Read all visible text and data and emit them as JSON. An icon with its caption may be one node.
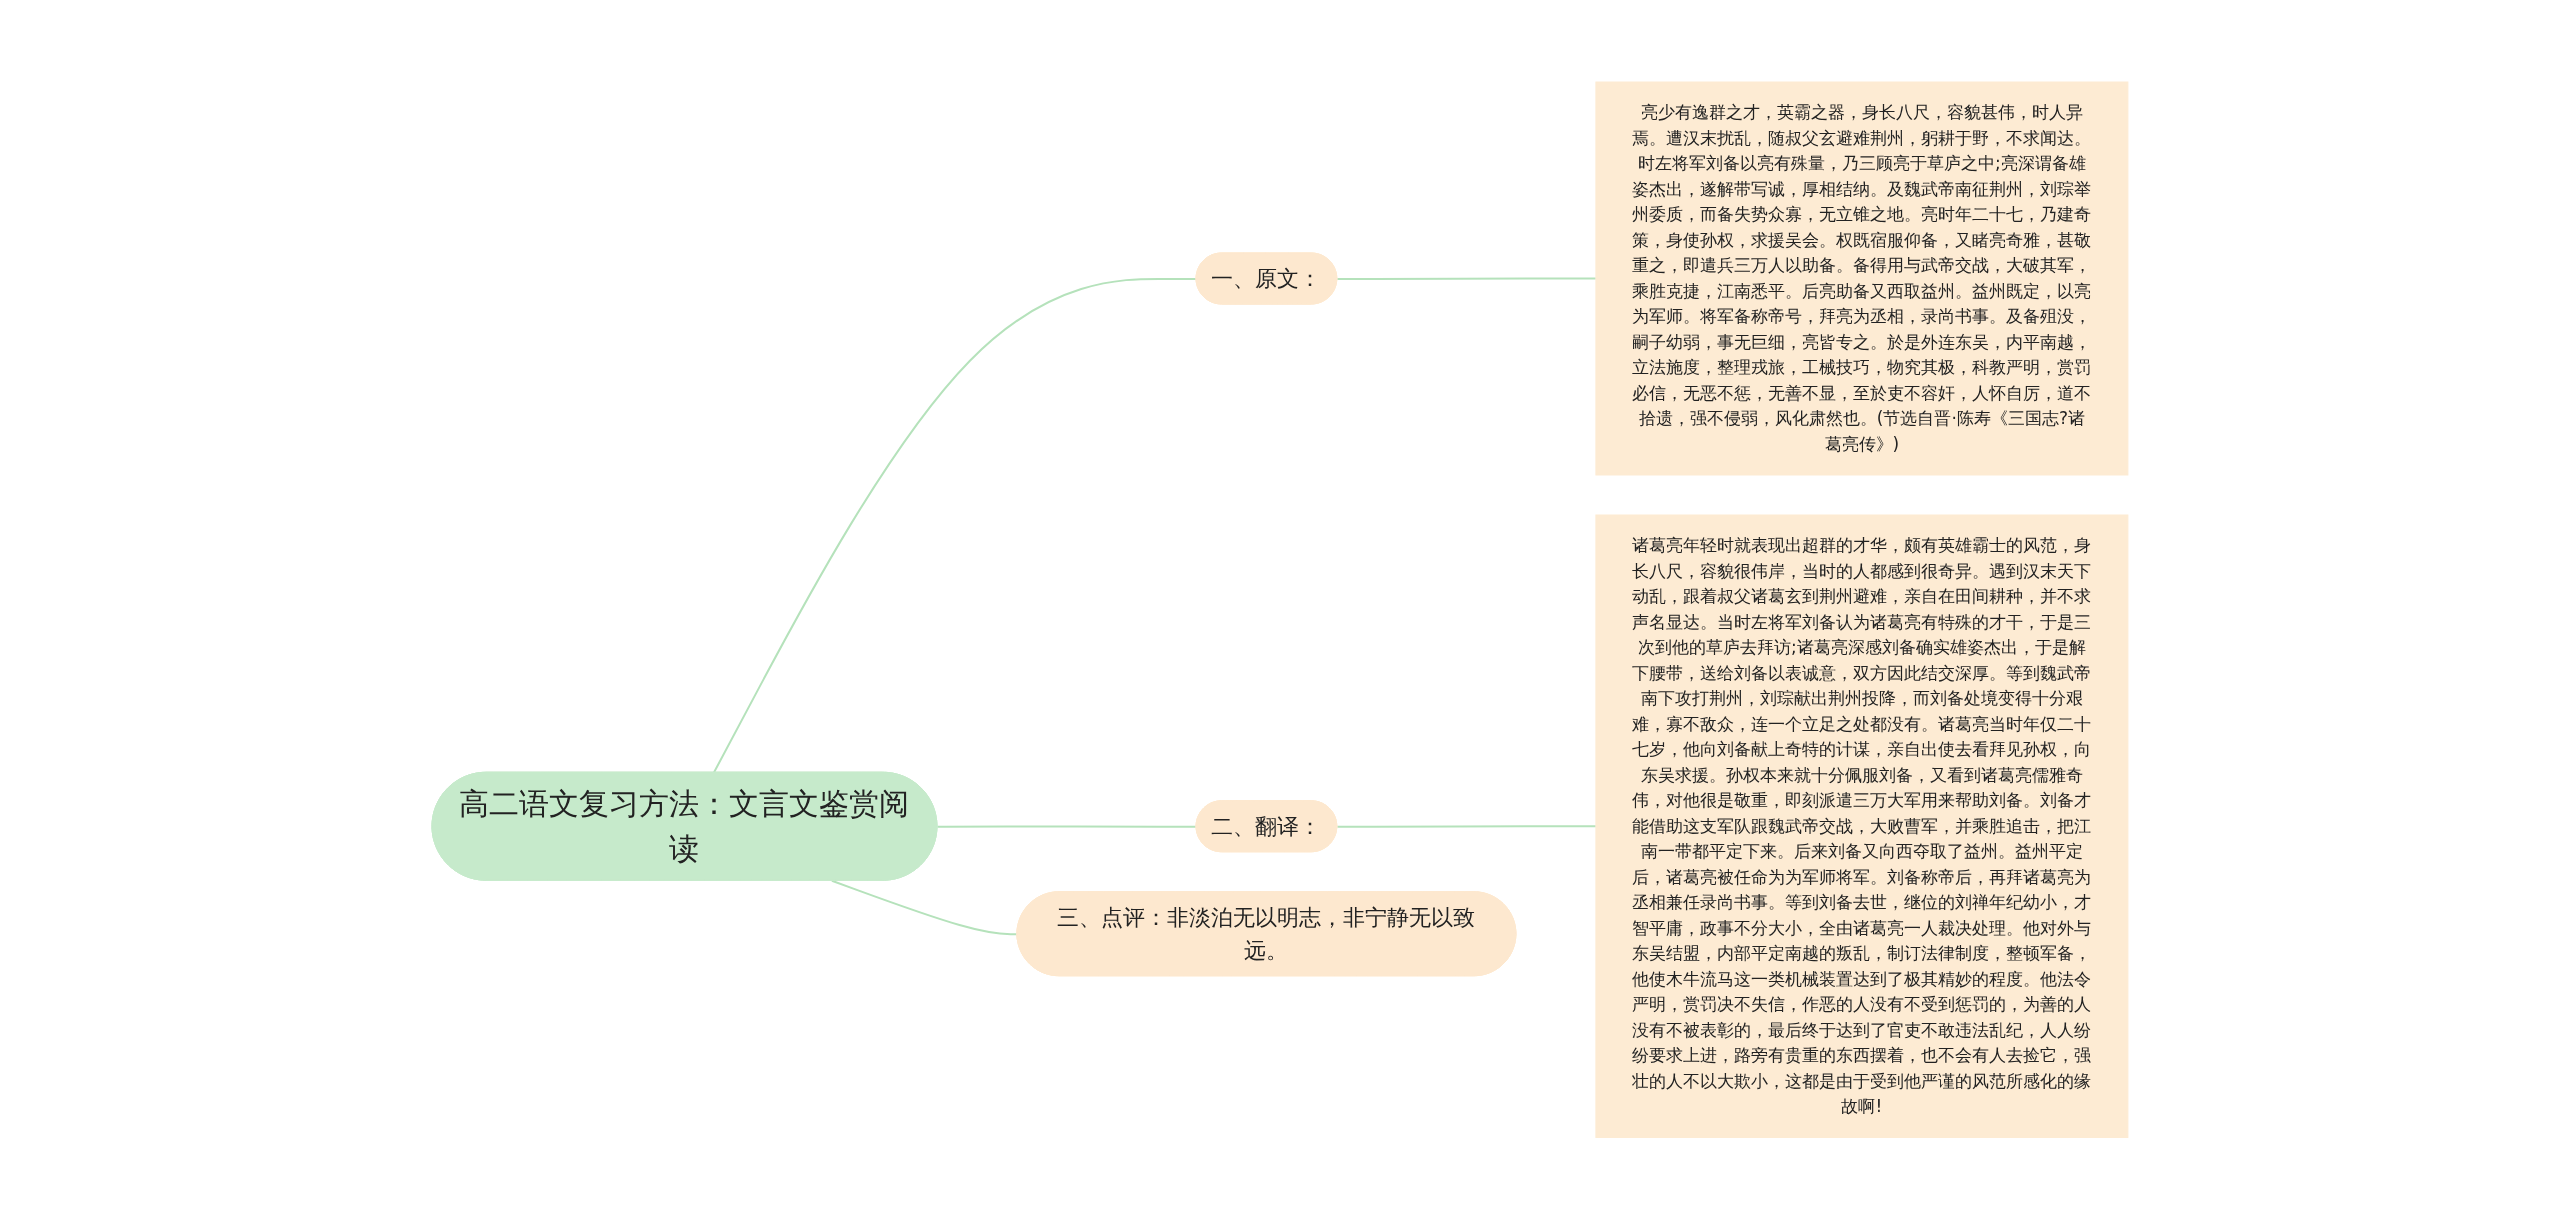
{
  "diagram": {
    "nodes": [
      {
        "text": [
          "高二语文复习方法：文言文鉴赏阅读"
        ]
      },
      {
        "text": [
          "一、原文："
        ]
      },
      {
        "text": [
          "亮少有逸群之才，英霸之器，身长八尺，容貌甚伟，时人异焉。遭汉末扰乱，随叔父玄避难荆州，躬耕于野，不求闻达。时左将军刘备以亮有殊量，乃三顾亮于草庐之中;亮深谓备雄姿杰出，遂解带写诚，厚相结纳。及魏武帝南征荆州，刘琮举州委质，而备失势众寡，无立锥之地。亮时年二十七，乃建奇策，身使孙权，求援吴会。权既宿服仰备，又睹亮奇雅，甚敬重之，即遣兵三万人以助备。备得用与武帝交战，大破其军，乘胜克捷，江南悉平。后亮助备又西取益州。益州既定，以亮为军师。将军备称帝号，拜亮为丞相，录尚书事。及备殂没，嗣子幼弱，事无巨细，亮皆专之。於是外连东吴，内平南越，立法施度，整理戎旅，工械技巧，物究其极，科教严明，赏罚必信，无恶不惩，无善不显，至於吏不容奸，人怀自厉，道不拾遗，强不侵弱，风化肃然也。(节选自晋·陈寿《三国志?诸葛亮传》)"
        ]
      },
      {
        "text": [
          "二、翻译："
        ]
      },
      {
        "text": [
          "诸葛亮年轻时就表现出超群的才华，颇有英雄霸士的风范，身长八尺，容貌很伟岸，当时的人都感到很奇异。遇到汉末天下动乱，跟着叔父诸葛玄到荆州避难，亲自在田间耕种，并不求声名显达。当时左将军刘备认为诸葛亮有特殊的才干，于是三次到他的草庐去拜访;诸葛亮深感刘备确实雄姿杰出，于是解下腰带，送给刘备以表诚意，双方因此结交深厚。等到魏武帝南下攻打荆州，刘琮献出荆州投降，而刘备处境变得十分艰难，寡不敌众，连一个立足之处都没有。诸葛亮当时年仅二十七岁，他向刘备献上奇特的计谋，亲自出使去看拜见孙权，向东吴求援。孙权本来就十分佩服刘备，又看到诸葛亮儒雅奇伟，对他很是敬重，即刻派遣三万大军用来帮助刘备。刘备才能借助这支军队跟魏武帝交战，大败曹军，并乘胜追击，把江南一带都平定下来。后来刘备又向西夺取了益州。益州平定后，诸葛亮被任命为为军师将军。刘备称帝后，再拜诸葛亮为丞相兼任录尚书事。等到刘备去世，继位的刘禅年纪幼小，才智平庸，政事不分大小，全由诸葛亮一人裁决处理。他对外与东吴结盟，内部平定南越的叛乱，制订法律制度，整顿军备，他使木牛流马这一类机械装置达到了极其精妙的程度。他法令严明，赏罚决不失信，作恶的人没有不受到惩罚的，为善的人没有不被表彰的，最后终于达到了官吏不敢违法乱纪，人人纷纷要求上进，路旁有贵重的东西摆着，也不会有人去捡它，强壮的人不以大欺小，这都是由于受到他严谨的风范所感化的缘故啊!"
        ]
      },
      {
        "text": [
          "三、点评：非淡泊无以明志，非宁静无以致远。"
        ]
      }
    ],
    "edges": [
      {
        "from": 0,
        "to": 1,
        "arrow": "none"
      },
      {
        "from": 1,
        "to": 2,
        "arrow": "none"
      },
      {
        "from": 0,
        "to": 3,
        "arrow": "none"
      },
      {
        "from": 3,
        "to": 4,
        "arrow": "none"
      },
      {
        "from": 0,
        "to": 5,
        "arrow": "none"
      }
    ]
  }
}
